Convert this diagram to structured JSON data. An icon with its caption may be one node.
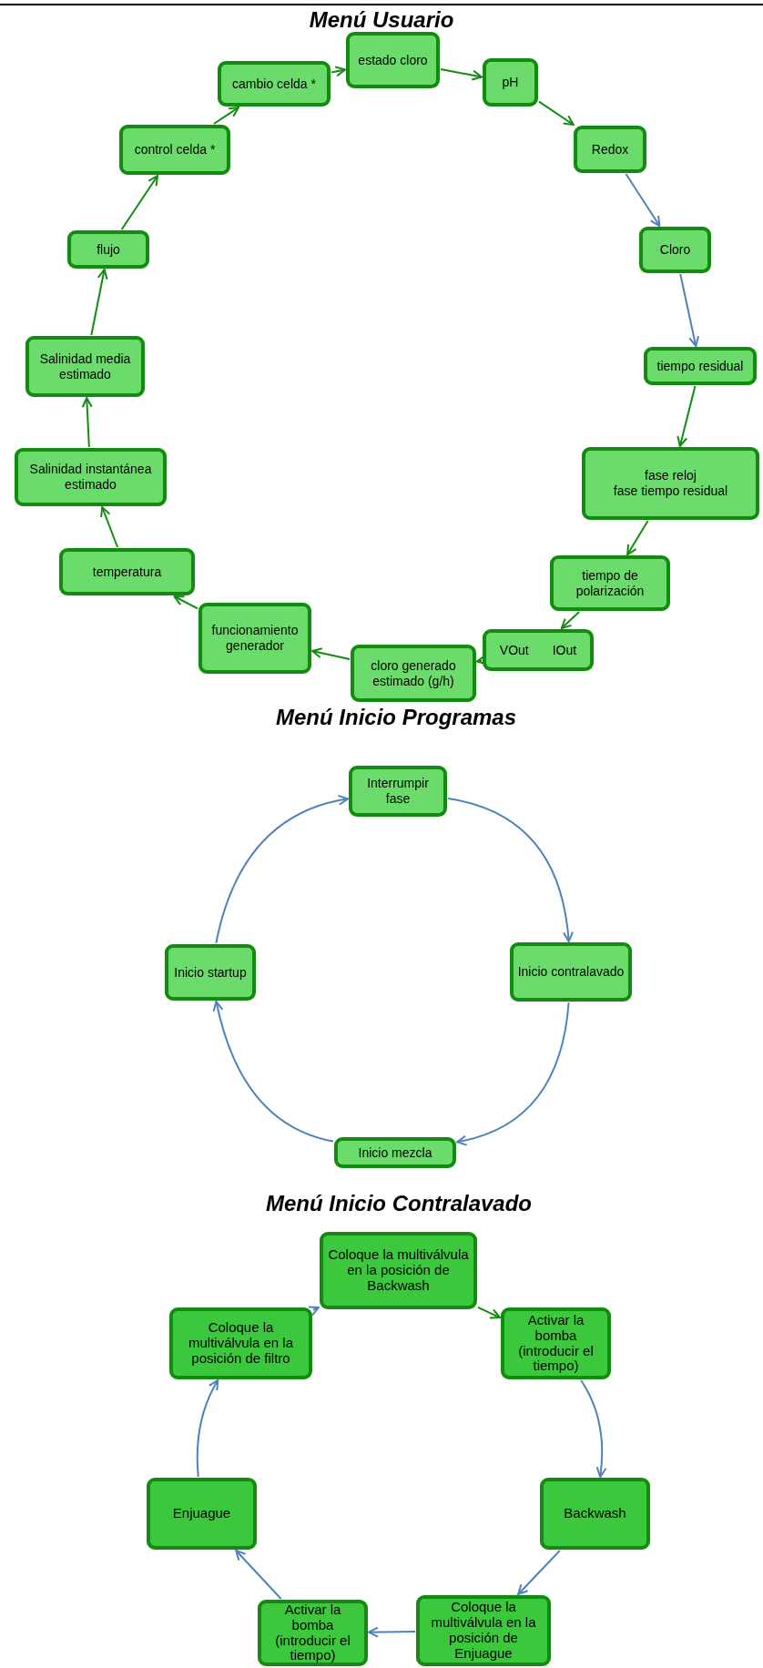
{
  "diagram": {
    "title": "Menú Usuario",
    "nodes": [
      {
        "text": [
          "estado cloro"
        ]
      },
      {
        "text": [
          "pH"
        ]
      },
      {
        "text": [
          "Redox"
        ]
      },
      {
        "text": [
          "Cloro"
        ]
      },
      {
        "text": [
          "tiempo residual"
        ]
      },
      {
        "text": [
          "fase reloj",
          "fase tiempo residual"
        ]
      },
      {
        "text": [
          "tiempo de polarización"
        ]
      },
      {
        "text": [
          "VOut",
          "IOut"
        ]
      },
      {
        "text": [
          "cloro generado estimado (g/h)"
        ]
      },
      {
        "text": [
          "funcionamiento generador"
        ]
      },
      {
        "text": [
          "temperatura"
        ]
      },
      {
        "text": [
          "Salinidad instantánea estimado"
        ]
      },
      {
        "text": [
          "Salinidad media estimado"
        ]
      },
      {
        "text": [
          "flujo"
        ]
      },
      {
        "text": [
          "control celda *"
        ]
      },
      {
        "text": [
          "cambio celda *"
        ]
      },
      {
        "text": [
          "Interrumpir fase"
        ]
      },
      {
        "text": [
          "Inicio contralavado"
        ]
      },
      {
        "text": [
          "Inicio mezcla"
        ]
      },
      {
        "text": [
          "Inicio startup"
        ]
      },
      {
        "text": [
          "Coloque la multiválvula en la posición de Backwash"
        ]
      },
      {
        "text": [
          "Activar la bomba (introducir el tiempo)"
        ]
      },
      {
        "text": [
          "Backwash"
        ]
      },
      {
        "text": [
          "Coloque la multiválvula en la posición de Enjuague"
        ]
      },
      {
        "text": [
          "Activar la bomba (introducir el tiempo)"
        ]
      },
      {
        "text": [
          "Enjuague"
        ]
      },
      {
        "text": [
          "Coloque la multiválvula en la posición de filtro"
        ]
      }
    ],
    "edges": [
      {
        "from": 15,
        "to": 0,
        "arrow": "to"
      },
      {
        "from": 0,
        "to": 1,
        "arrow": "to"
      },
      {
        "from": 1,
        "to": 2,
        "arrow": "to"
      },
      {
        "from": 2,
        "to": 3,
        "arrow": "to",
        "color": "#4f81bd"
      },
      {
        "from": 3,
        "to": 4,
        "arrow": "to",
        "color": "#4f81bd"
      },
      {
        "from": 4,
        "to": 5,
        "arrow": "to"
      },
      {
        "from": 5,
        "to": 6,
        "arrow": "to"
      },
      {
        "from": 6,
        "to": 7,
        "arrow": "to"
      },
      {
        "from": 7,
        "to": 8,
        "arrow": "to"
      },
      {
        "from": 8,
        "to": 9,
        "arrow": "to"
      },
      {
        "from": 9,
        "to": 10,
        "arrow": "to"
      },
      {
        "from": 10,
        "to": 11,
        "arrow": "to"
      },
      {
        "from": 11,
        "to": 12,
        "arrow": "to"
      },
      {
        "from": 12,
        "to": 13,
        "arrow": "to"
      },
      {
        "from": 13,
        "to": 14,
        "arrow": "to"
      },
      {
        "from": 14,
        "to": 15,
        "arrow": "to"
      },
      {
        "from": 16,
        "to": 17,
        "arrow": "to",
        "color": "#4f81bd"
      },
      {
        "from": 17,
        "to": 18,
        "arrow": "to",
        "color": "#4f81bd"
      },
      {
        "from": 18,
        "to": 19,
        "arrow": "to",
        "color": "#4f81bd"
      },
      {
        "from": 19,
        "to": 16,
        "arrow": "to",
        "color": "#4f81bd"
      },
      {
        "from": 26,
        "to": 20,
        "arrow": "to",
        "color": "#4f81bd"
      },
      {
        "from": 20,
        "to": 21,
        "arrow": "to"
      },
      {
        "from": 21,
        "to": 22,
        "arrow": "to",
        "color": "#4f81bd"
      },
      {
        "from": 22,
        "to": 23,
        "arrow": "to",
        "color": "#4f81bd"
      },
      {
        "from": 23,
        "to": 24,
        "arrow": "to",
        "color": "#4f81bd"
      },
      {
        "from": 24,
        "to": 25,
        "arrow": "to",
        "color": "#4f81bd"
      },
      {
        "from": 25,
        "to": 26,
        "arrow": "to",
        "color": "#4f81bd"
      }
    ],
    "labels": [
      "Menú Inicio Programas",
      "Menú Inicio Contralavado"
    ]
  }
}
